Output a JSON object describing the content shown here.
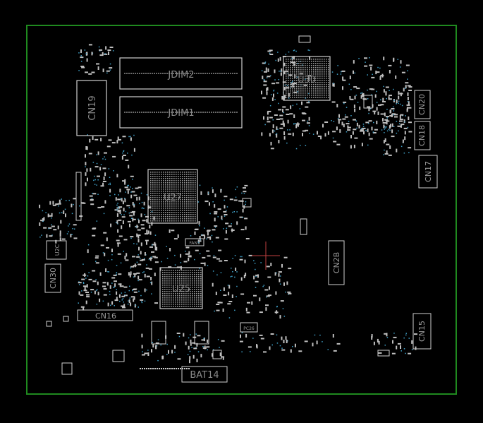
{
  "board": {
    "outline_color": "#1f8a1f",
    "part_color": "#cfcfcf",
    "pad_color": "#bfbfbf",
    "via_color": "#3fa0c8",
    "cursor_color": "#c04040"
  },
  "components": {
    "jdim2": "JDIM2",
    "jdim1": "JDIM1",
    "u30": "U30",
    "u27": "U27",
    "u25": "U25",
    "cn19": "CN19",
    "cn20": "CN20",
    "cn18": "CN18",
    "cn17": "CN17",
    "cn2b": "CN2B",
    "cn30": "CN30",
    "cn16": "CN16",
    "cn15": "CN15",
    "bat14": "BAT14",
    "fan1": "FAN1",
    "pc26": "PC26",
    "u2c": "U2C"
  }
}
